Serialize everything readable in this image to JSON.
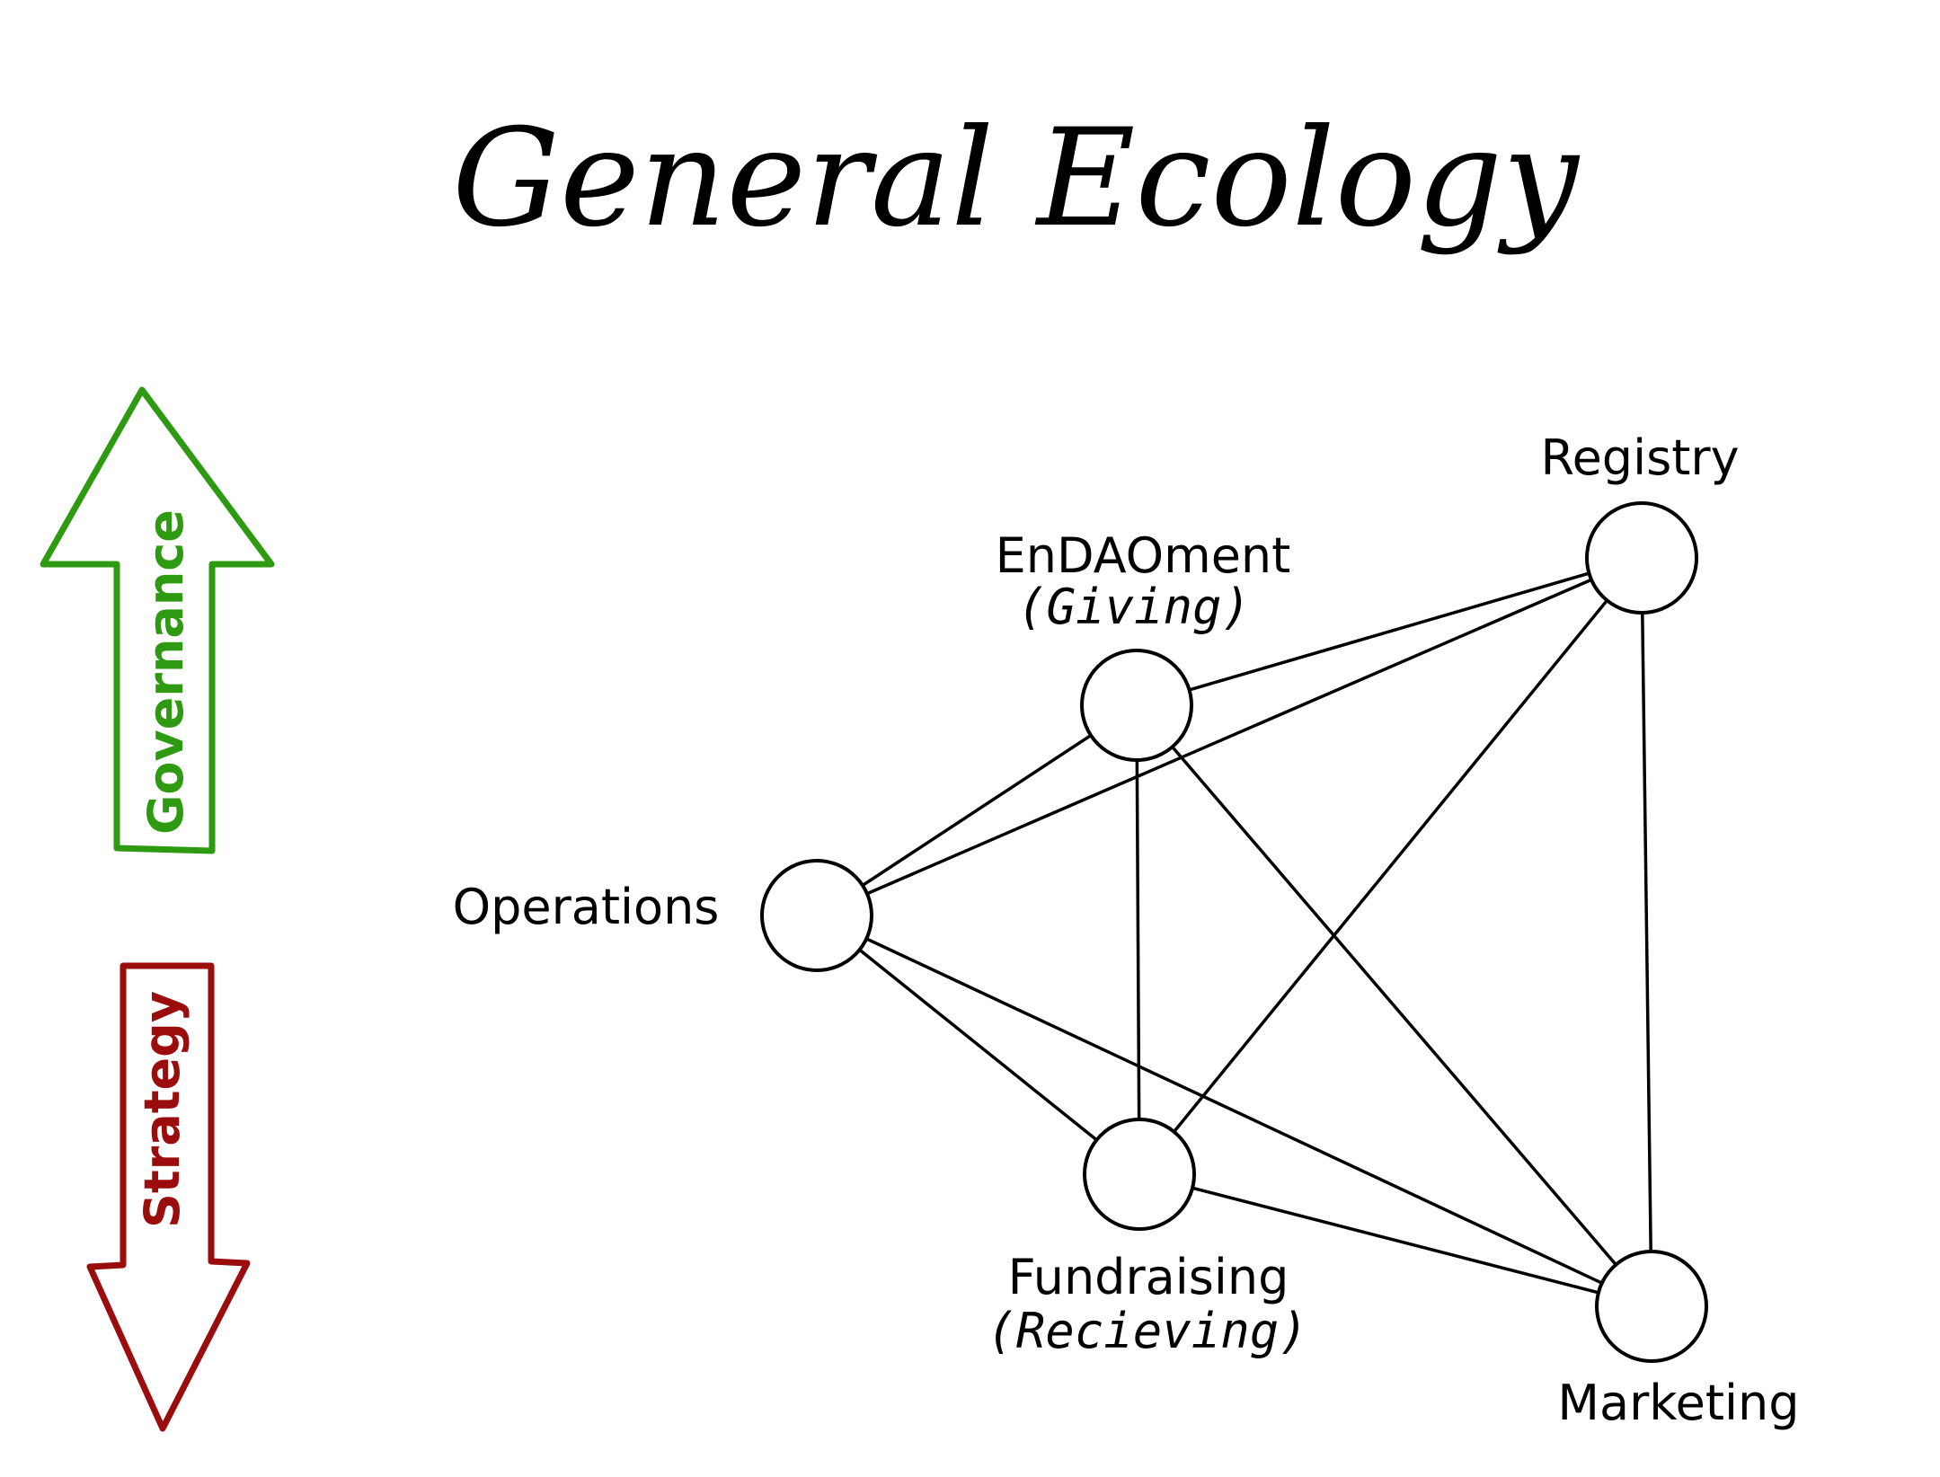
{
  "title": "General Ecology",
  "arrows": {
    "up_label": "Governance",
    "up_color": "#2e9a12",
    "down_label": "Strategy",
    "down_color": "#9b0c0c"
  },
  "nodes": {
    "registry": {
      "label": "Registry"
    },
    "endaoment": {
      "label": "EnDAOment",
      "sub": "(Giving)"
    },
    "operations": {
      "label": "Operations"
    },
    "fundraising": {
      "label": "Fundraising",
      "sub": "(Recieving)"
    },
    "marketing": {
      "label": "Marketing"
    }
  },
  "edges": [
    [
      "endaoment",
      "registry"
    ],
    [
      "operations",
      "registry"
    ],
    [
      "fundraising",
      "registry"
    ],
    [
      "marketing",
      "registry"
    ],
    [
      "operations",
      "endaoment"
    ],
    [
      "endaoment",
      "fundraising"
    ],
    [
      "endaoment",
      "marketing"
    ],
    [
      "operations",
      "fundraising"
    ],
    [
      "operations",
      "marketing"
    ],
    [
      "fundraising",
      "marketing"
    ]
  ]
}
